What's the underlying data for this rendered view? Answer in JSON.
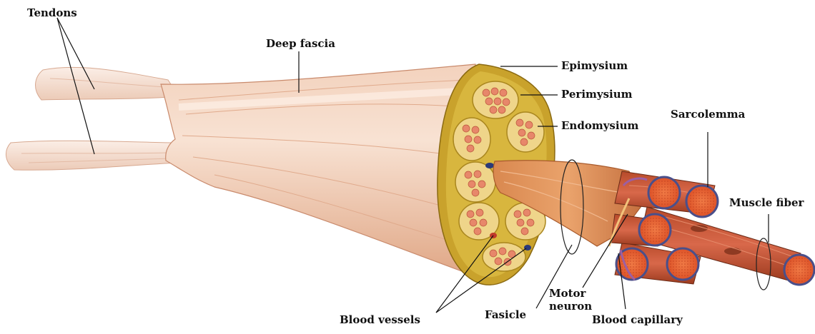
{
  "labels": {
    "tendons": "Tendons",
    "deep_fascia": "Deep fascia",
    "epimysium": "Epimysium",
    "perimysium": "Perimysium",
    "endomysium": "Endomysium",
    "sarcolemma": "Sarcolemma",
    "muscle_fiber": "Muscle fiber",
    "blood_vessels": "Blood vessels",
    "fasicle": "Fasicle",
    "motor": "Motor",
    "neuron": "neuron",
    "blood_capillary": "Blood capillary"
  },
  "colors": {
    "muscle_light": "#f6dccb",
    "muscle_mid": "#e9b596",
    "muscle_dark": "#cf8d6a",
    "fascia_yellow": "#c9a22c",
    "fascicle_fill": "#efd58a",
    "fiber_red": "#e2552c",
    "fiber_dark": "#9b3a1e",
    "sarcolemma_blue": "#4a4f8a",
    "vessel_red": "#c0392b",
    "vessel_blue": "#2c3a78"
  }
}
